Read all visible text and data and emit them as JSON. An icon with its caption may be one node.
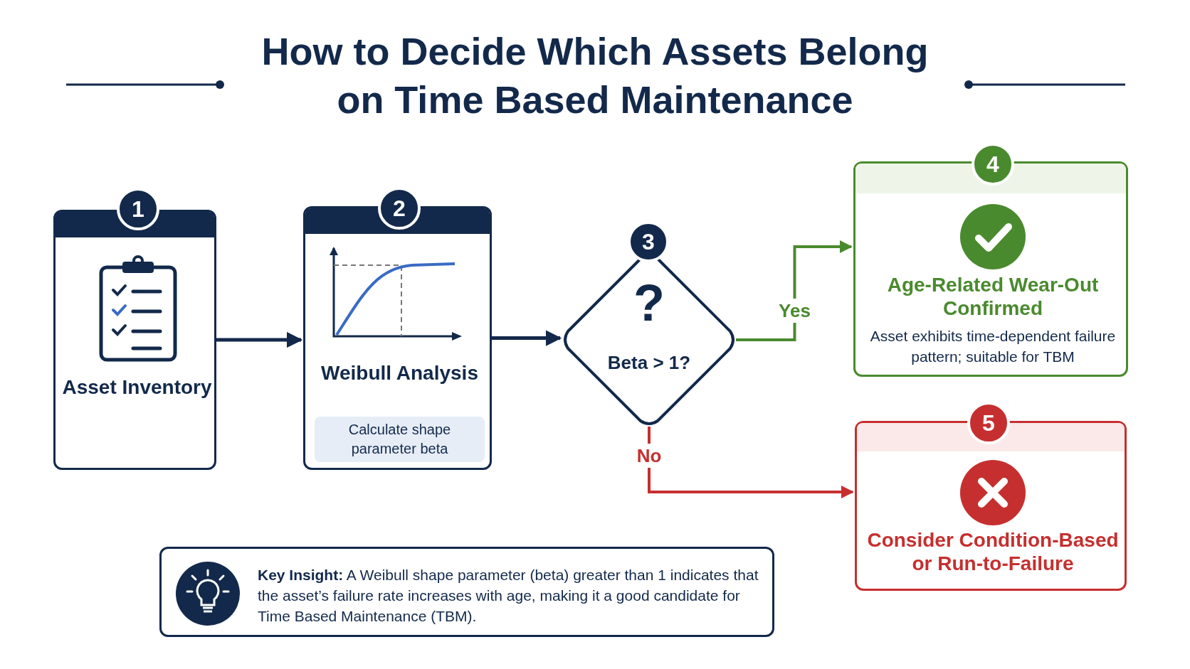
{
  "diagram": {
    "title": "How to Decide Which Assets Belong on Time Based Maintenance",
    "nodes": [
      {
        "text": [
          "1",
          "Asset Inventory"
        ]
      },
      {
        "text": [
          "2",
          "Weibull Analysis",
          "Calculate shape parameter beta"
        ]
      },
      {
        "text": [
          "3",
          "?",
          "Beta > 1?"
        ]
      },
      {
        "text": [
          "4",
          "Age-Related Wear-Out Confirmed",
          "Asset exhibits time-dependent failure pattern; suitable for TBM"
        ]
      },
      {
        "text": [
          "5",
          "Consider Condition-Based or Run-to-Failure"
        ]
      },
      {
        "text": [
          "**Key Insight:**  A Weibull shape parameter (beta) greater than 1 indicates that the asset’s failure rate increases with age, making it a good candidate for Time Based Maintenance (TBM)."
        ]
      }
    ],
    "edges": [
      {
        "from": 0,
        "to": 1,
        "arrow": "to"
      },
      {
        "from": 1,
        "to": 2,
        "arrow": "to"
      },
      {
        "from": 2,
        "to": 3,
        "arrow": "to",
        "label": "Yes",
        "color": "#4a8a2e"
      },
      {
        "from": 2,
        "to": 4,
        "arrow": "to",
        "label": "No",
        "color": "#c62f2f"
      }
    ]
  }
}
